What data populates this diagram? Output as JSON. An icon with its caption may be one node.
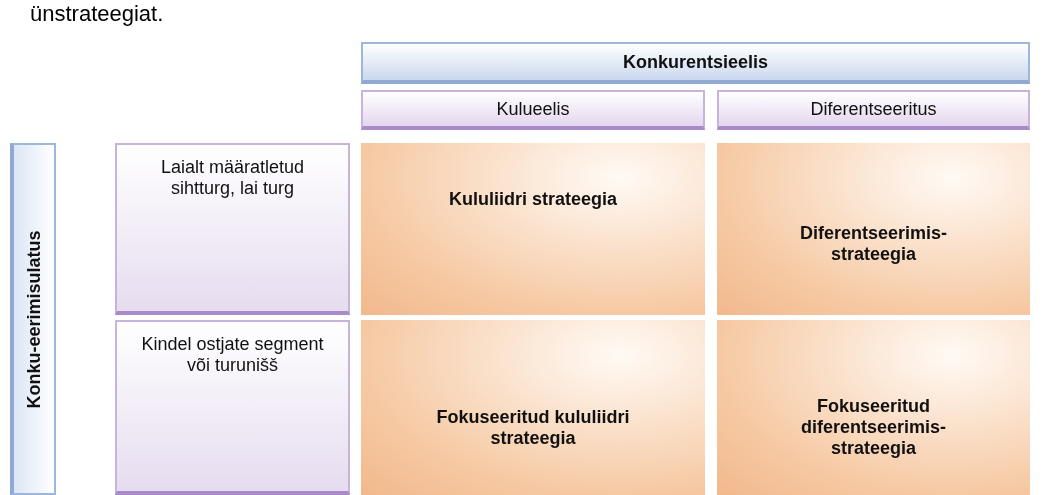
{
  "diagram": {
    "nodes": [
      {
        "text": [
          "Konkurentsieelis"
        ]
      },
      {
        "text": [
          "Kulueelis"
        ]
      },
      {
        "text": [
          "Diferentseeritus"
        ]
      },
      {
        "text": [
          "Konku-eerimisulatus"
        ]
      },
      {
        "text": [
          "Laialt määratletud sihtturg, lai turg"
        ]
      },
      {
        "text": [
          "Kululiidri strateegia"
        ]
      },
      {
        "text": [
          "Diferentseerimis- strateegia"
        ]
      },
      {
        "text": [
          "Kindel ostjate segment või turunišš"
        ]
      },
      {
        "text": [
          "Fokuseeritud kululiidri strateegia"
        ]
      },
      {
        "text": [
          "Fokuseeritud diferentseerimis- strateegia"
        ]
      }
    ],
    "labels": [
      "ünstrateegiat."
    ]
  }
}
